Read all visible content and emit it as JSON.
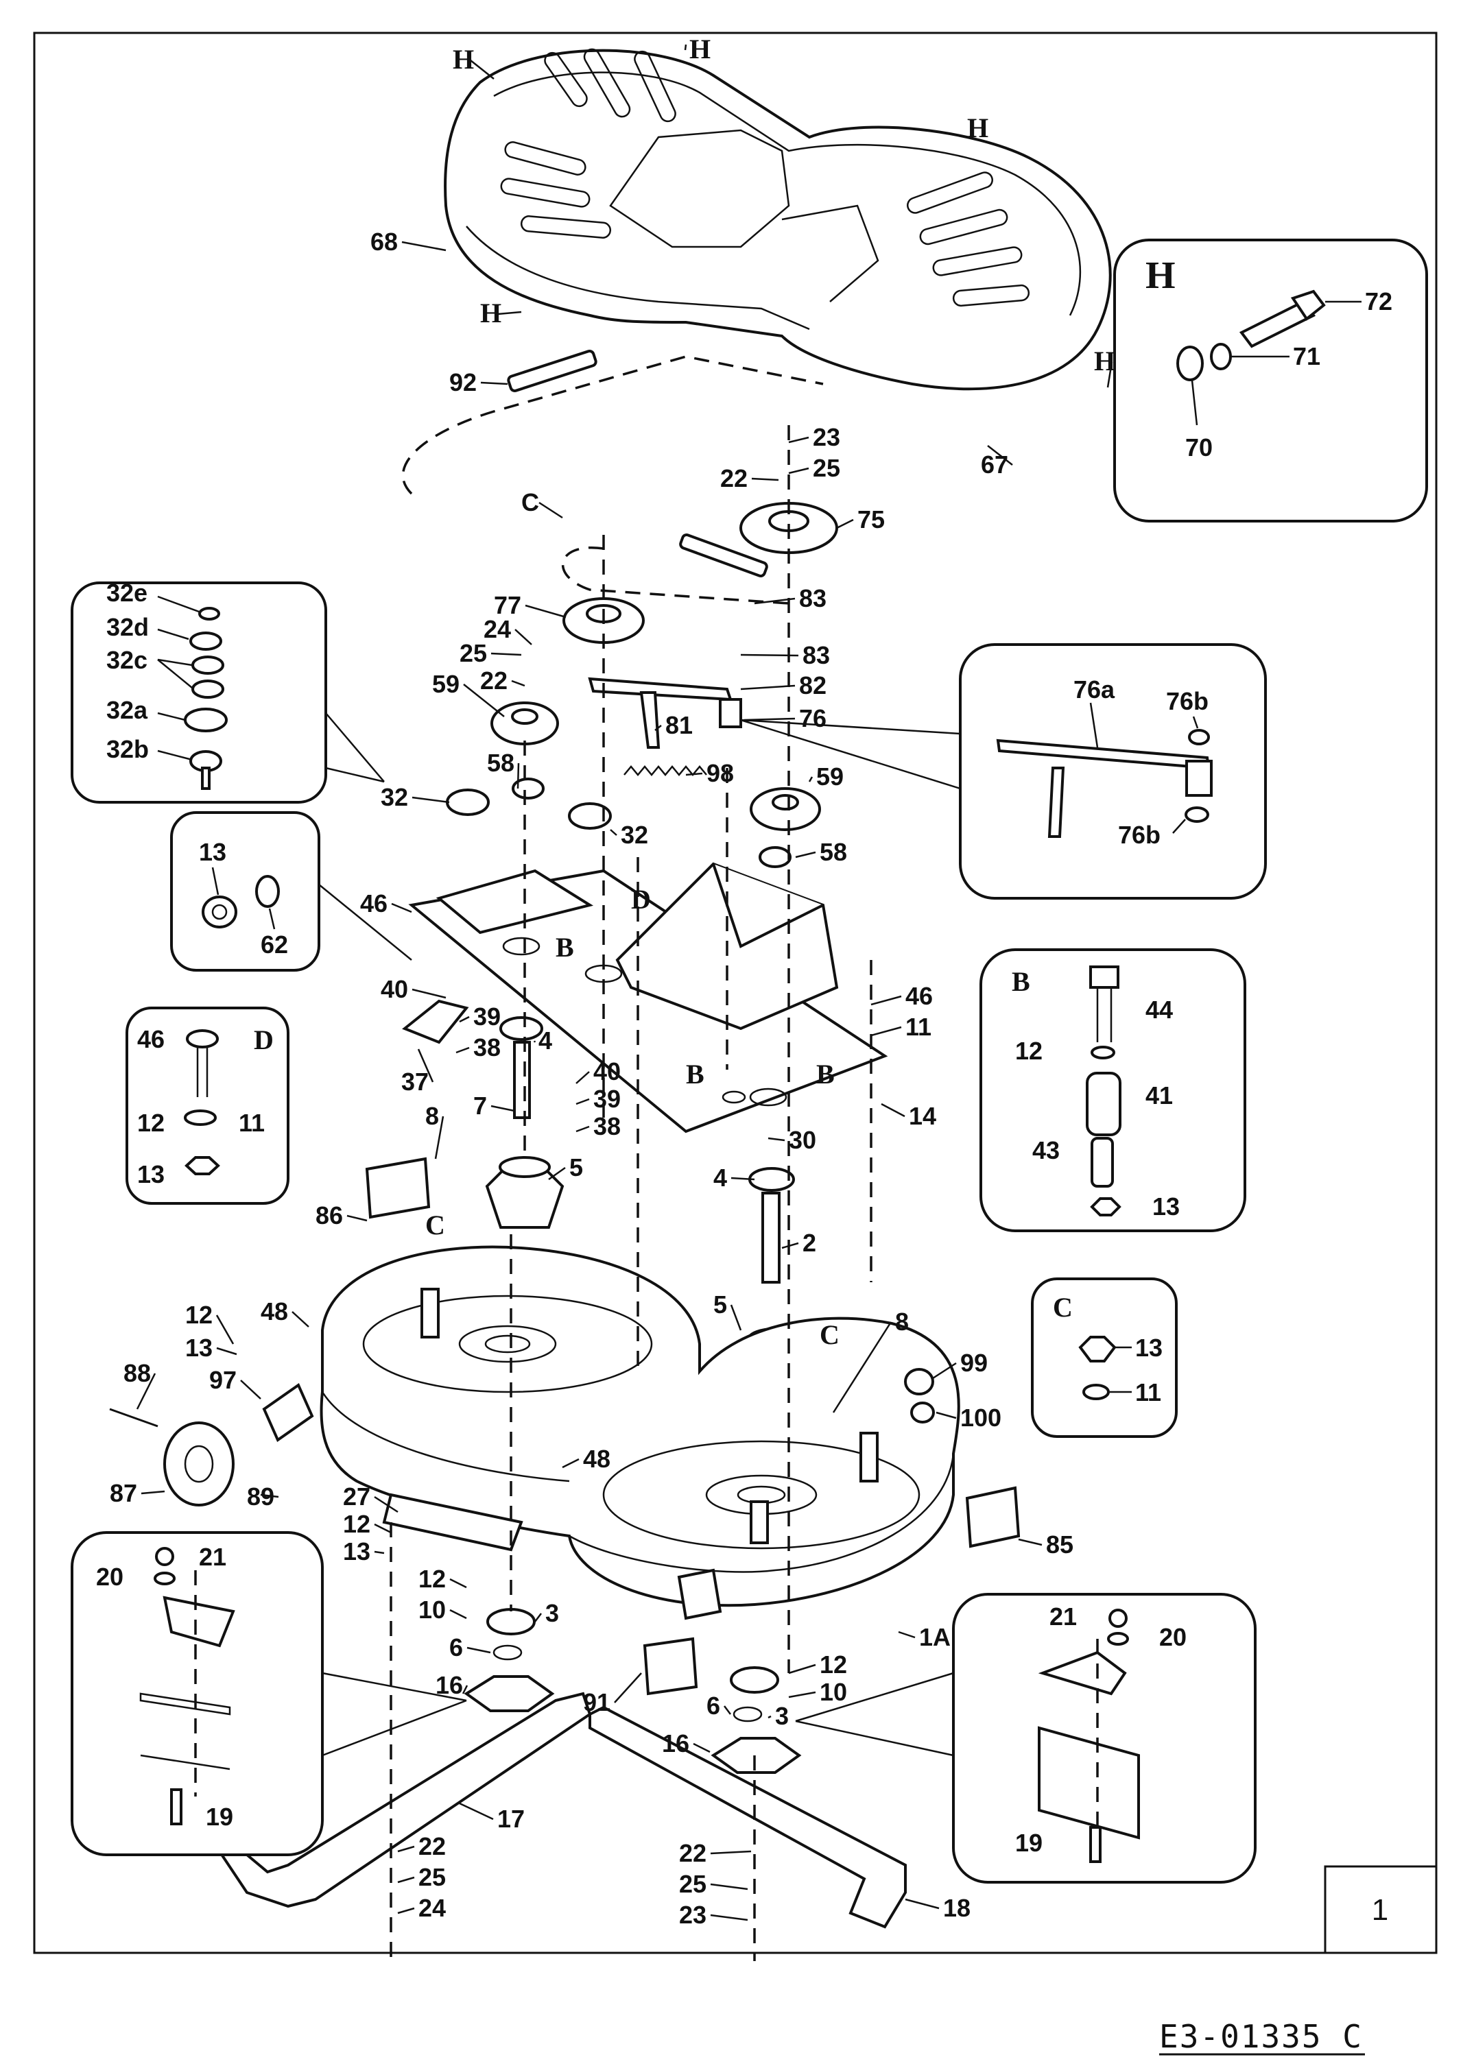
{
  "page": {
    "page_number": "1",
    "drawing_code": "E3-01335 C"
  },
  "insets": {
    "H": {
      "title": "H",
      "parts": [
        "72",
        "71",
        "70"
      ]
    },
    "B": {
      "title": "B",
      "parts": [
        "44",
        "12",
        "41",
        "43",
        "13"
      ]
    },
    "C": {
      "title": "C",
      "parts": [
        "13",
        "11"
      ]
    },
    "D": {
      "title": "D",
      "parts": [
        "46",
        "12",
        "11",
        "13"
      ]
    },
    "32": {
      "parts": [
        "32e",
        "32d",
        "32c",
        "32a",
        "32b"
      ]
    },
    "13_62": {
      "parts": [
        "13",
        "62"
      ]
    },
    "76": {
      "parts": [
        "76a",
        "76b",
        "76b"
      ]
    },
    "blade_left": {
      "parts": [
        "21",
        "20",
        "19"
      ]
    },
    "blade_right": {
      "parts": [
        "21",
        "20",
        "19"
      ]
    }
  },
  "main_labels": [
    "H",
    "H",
    "H",
    "H",
    "H",
    "68",
    "92",
    "67",
    "23",
    "25",
    "22",
    "75",
    "C",
    "83",
    "83",
    "82",
    "76",
    "81",
    "77",
    "24",
    "25",
    "22",
    "59",
    "58",
    "98",
    "59",
    "58",
    "32",
    "32",
    "46",
    "B",
    "D",
    "40",
    "39",
    "38",
    "37",
    "4",
    "7",
    "40",
    "39",
    "38",
    "46",
    "11",
    "14",
    "30",
    "B",
    "B",
    "8",
    "5",
    "86",
    "C",
    "4",
    "2",
    "5",
    "C",
    "8",
    "99",
    "100",
    "12",
    "48",
    "13",
    "97",
    "88",
    "87",
    "89",
    "48",
    "27",
    "12",
    "13",
    "12",
    "10",
    "3",
    "85",
    "6",
    "16",
    "91",
    "12",
    "10",
    "1A",
    "6",
    "3",
    "16",
    "17",
    "22",
    "25",
    "24",
    "22",
    "25",
    "23",
    "18"
  ]
}
